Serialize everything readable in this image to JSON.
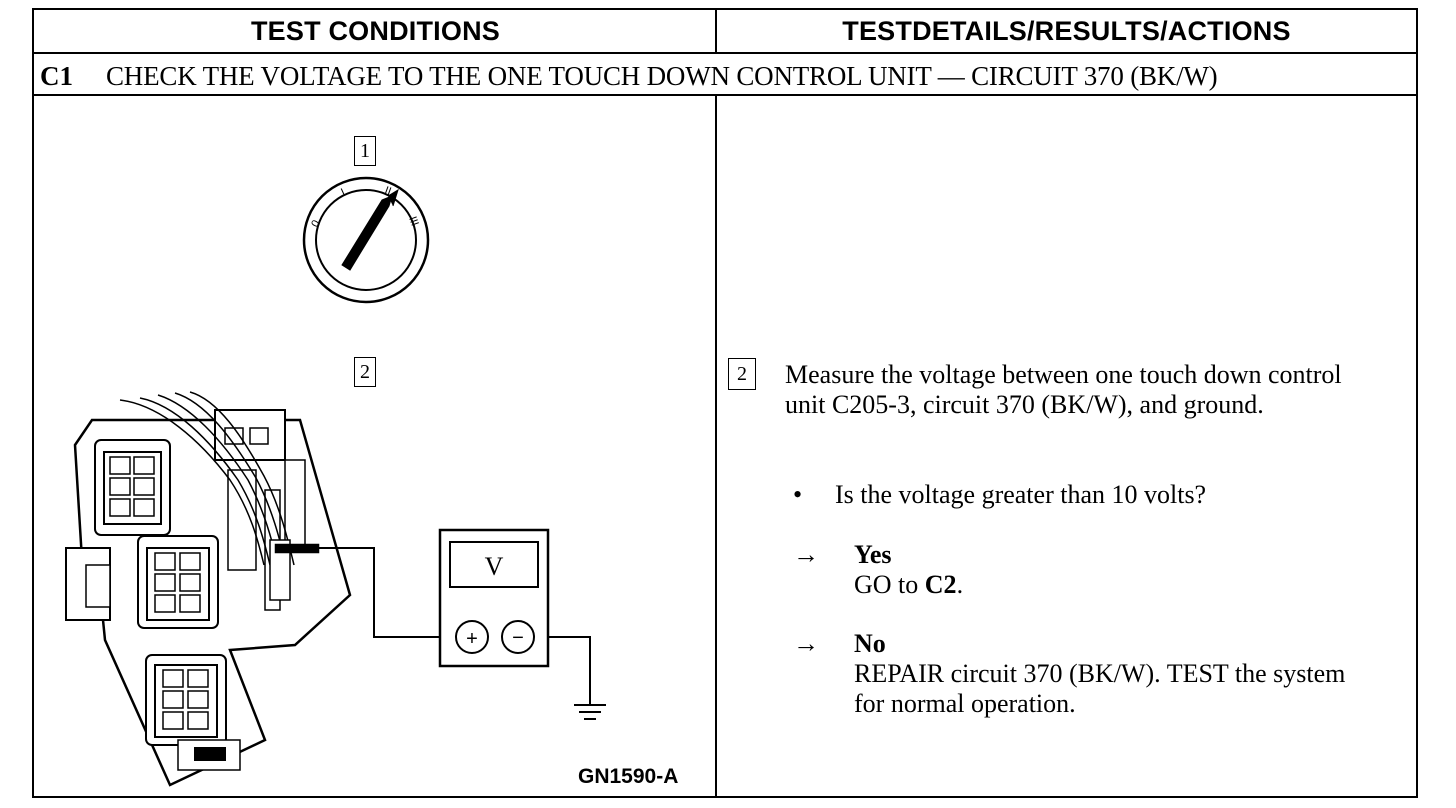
{
  "headers": {
    "left": "TEST CONDITIONS",
    "right": "TESTDETAILS/RESULTS/ACTIONS"
  },
  "step": {
    "id": "C1",
    "title": "CHECK THE VOLTAGE TO THE ONE TOUCH DOWN CONTROL UNIT — CIRCUIT 370 (BK/W)"
  },
  "figure": {
    "callout_1": "1",
    "callout_2": "2",
    "ignition_labels": [
      "0",
      "I",
      "II",
      "III"
    ],
    "meter_display": "V",
    "meter_plus": "+",
    "meter_minus": "−",
    "code": "GN1590-A"
  },
  "details": {
    "callout": "2",
    "instruction": "Measure the voltage between one touch down control unit C205-3, circuit 370 (BK/W), and ground.",
    "bullet": "•",
    "question": "Is the voltage greater than 10 volts?",
    "arrow": "→",
    "yes": {
      "label": "Yes",
      "text_prefix": "GO to ",
      "text_bold": "C2",
      "text_suffix": "."
    },
    "no": {
      "label": "No",
      "text": "REPAIR circuit 370 (BK/W). TEST the system for normal operation."
    }
  }
}
